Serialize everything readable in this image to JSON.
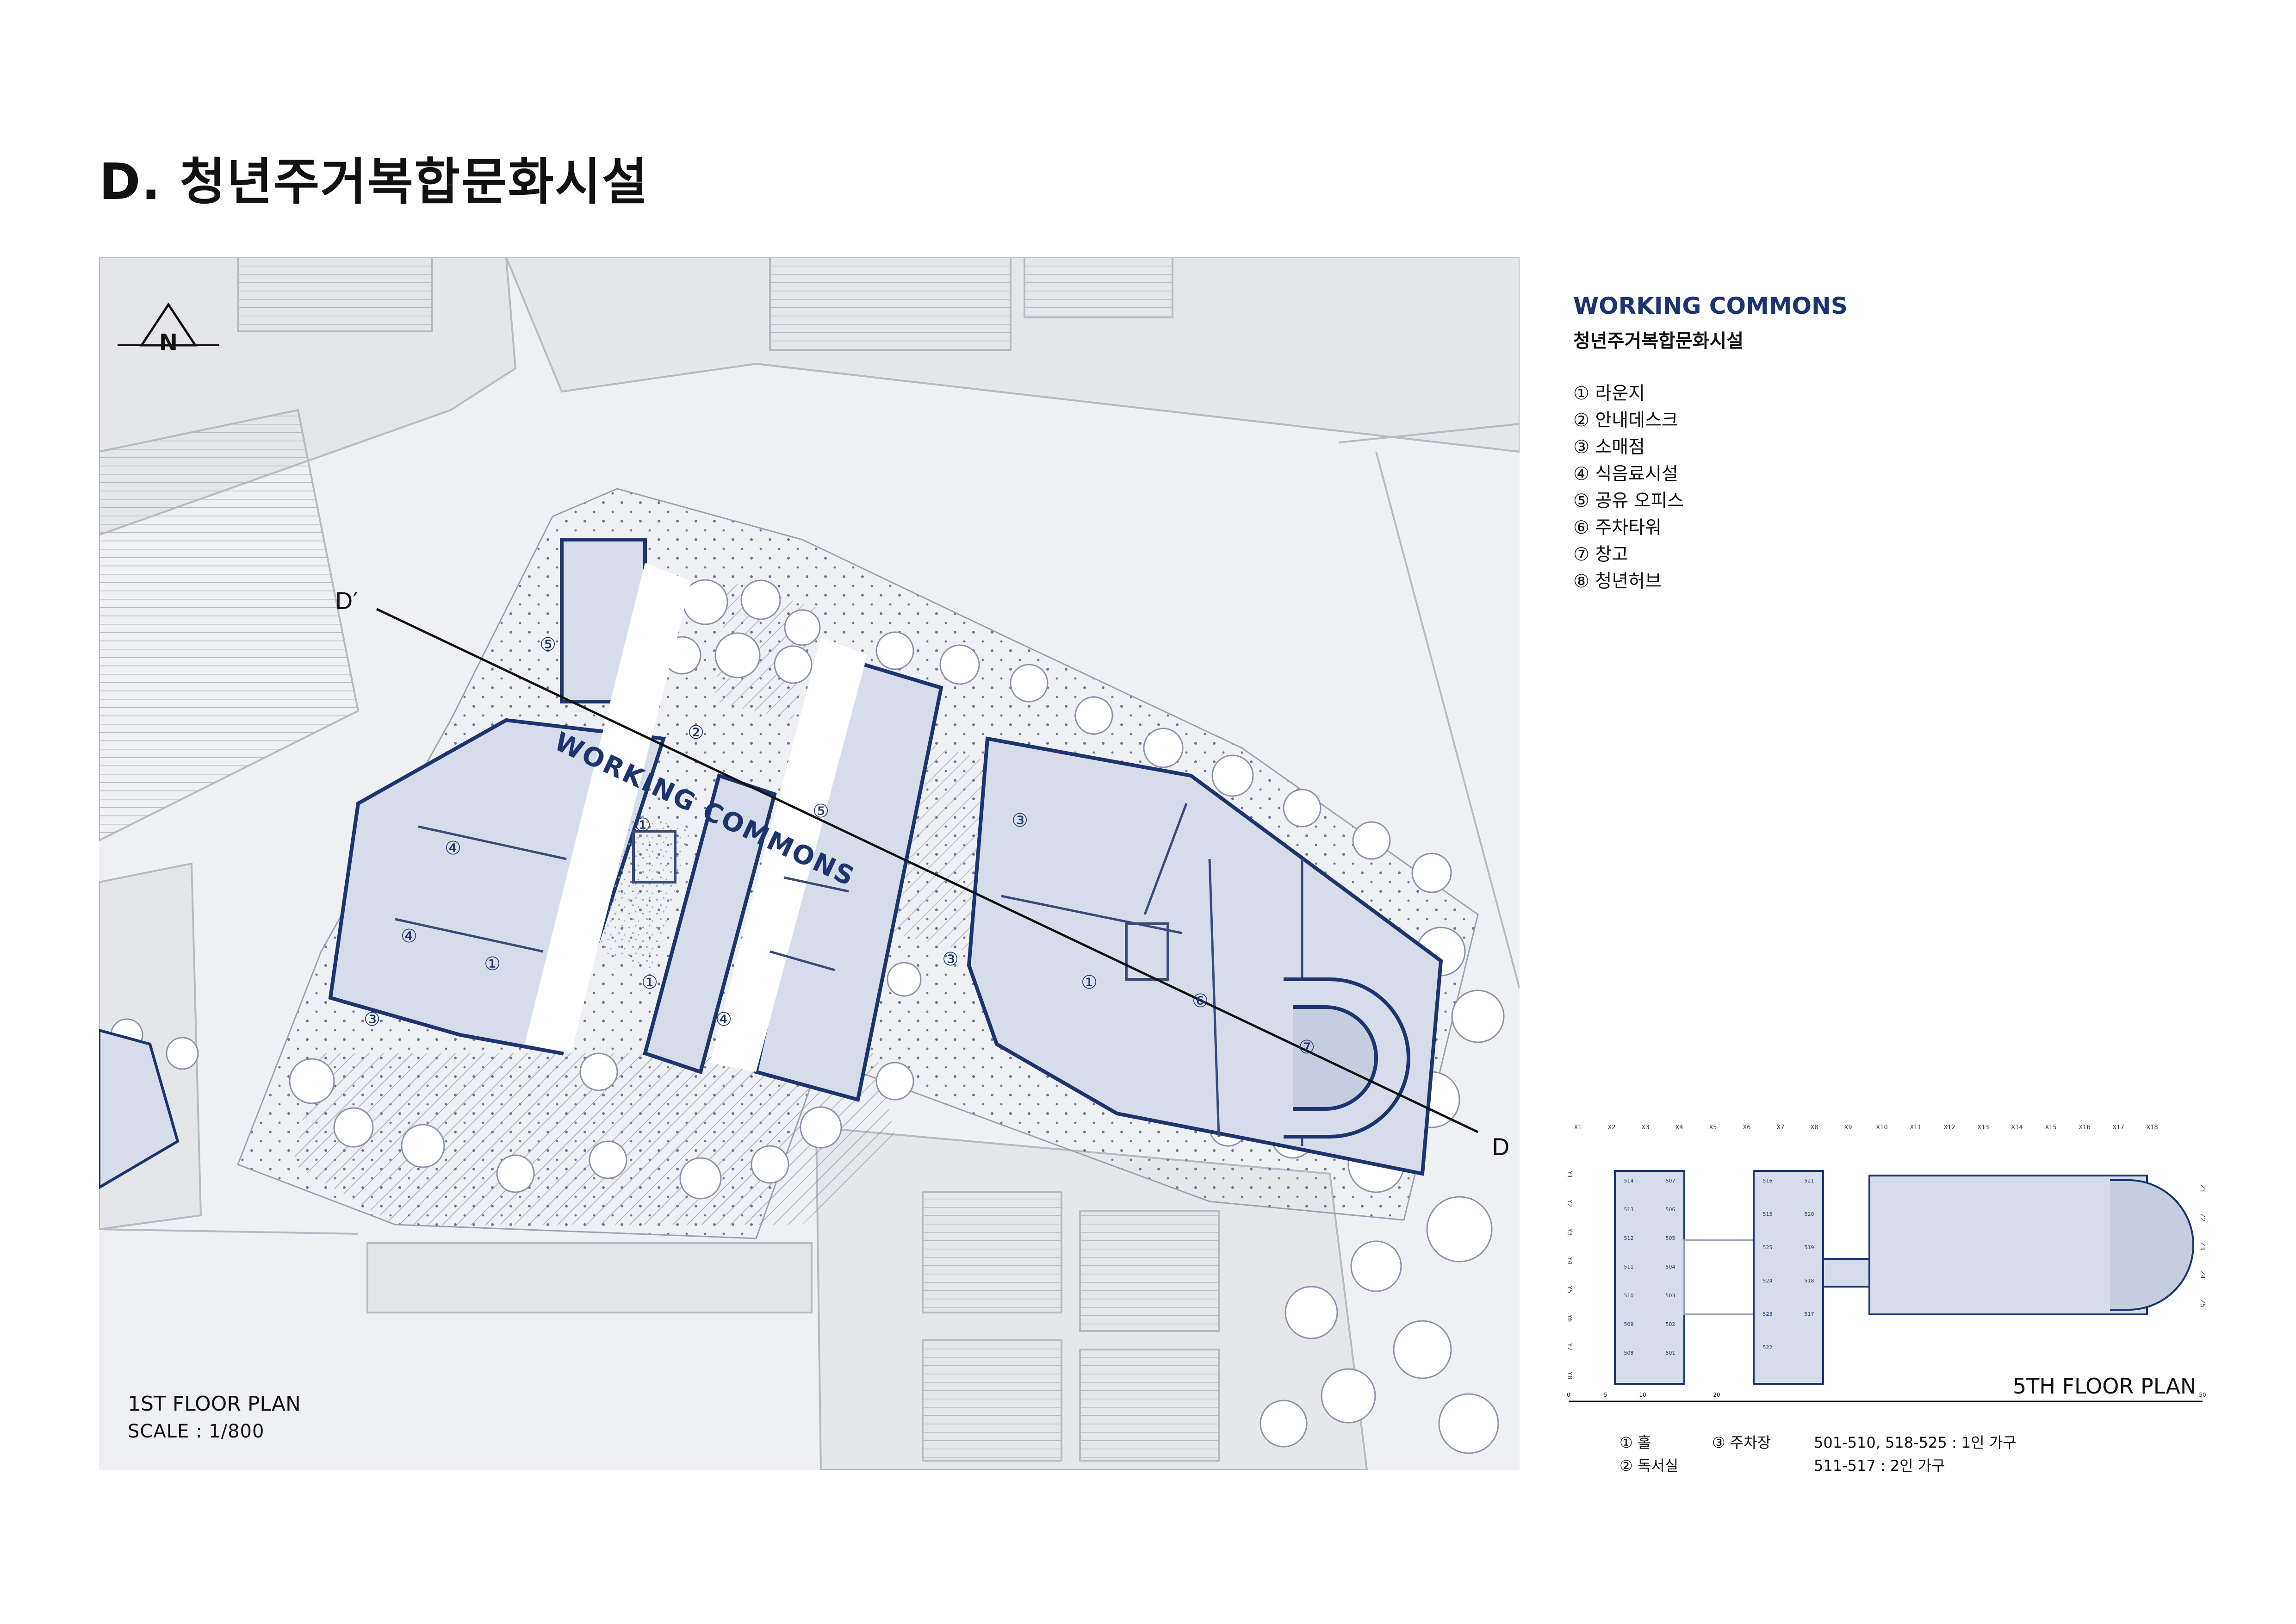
{
  "page": {
    "title": "D. 청년주거복합문화시설"
  },
  "site_plan": {
    "caption": "1ST FLOOR PLAN",
    "scale": "SCALE : 1/800",
    "north_label": "N",
    "section_start": "D′",
    "section_end": "D",
    "building_label": "WORKING COMMONS",
    "room_numbers": [
      "①",
      "②",
      "③",
      "④",
      "⑤",
      "⑥",
      "⑦"
    ]
  },
  "legend": {
    "title": "WORKING COMMONS",
    "subtitle": "청년주거복합문화시설",
    "items": [
      "① 라운지",
      "② 안내데스크",
      "③ 소매점",
      "④ 식음료시설",
      "⑤ 공유 오피스",
      "⑥ 주차타워",
      "⑦ 창고",
      "⑧ 청년허브"
    ]
  },
  "fifth_floor": {
    "caption": "5TH FLOOR PLAN",
    "grid_x": [
      "X1",
      "X2",
      "X3",
      "X4",
      "X5",
      "X6",
      "X7",
      "X8",
      "X9",
      "X10",
      "X11",
      "X12",
      "X13",
      "X14",
      "X15",
      "X16",
      "X17",
      "X18"
    ],
    "grid_y": [
      "Y1",
      "Y2",
      "Y3",
      "Y4",
      "Y5",
      "Y6",
      "Y7",
      "Y8"
    ],
    "grid_z": [
      "Z1",
      "Z2",
      "Z3",
      "Z4",
      "Z5"
    ],
    "units_left": [
      "514",
      "513",
      "512",
      "511",
      "510",
      "509",
      "508",
      "507",
      "506",
      "505",
      "504",
      "503",
      "502",
      "501"
    ],
    "units_right": [
      "516",
      "515",
      "525",
      "524",
      "523",
      "522",
      "521",
      "520",
      "519",
      "518",
      "517"
    ],
    "scale_ticks": [
      "0",
      "5",
      "10",
      "20",
      "50"
    ],
    "legend_col1": [
      "① 홀",
      "② 독서실"
    ],
    "legend_col2": [
      "③ 주차장"
    ],
    "legend_col3": [
      "501-510, 518-525 : 1인 가구",
      "511-517 : 2인 가구"
    ]
  },
  "colors": {
    "accent": "#1c3470",
    "fill": "#d7dcea",
    "ground": "#f1f2f5",
    "line": "#3a4a7a"
  }
}
